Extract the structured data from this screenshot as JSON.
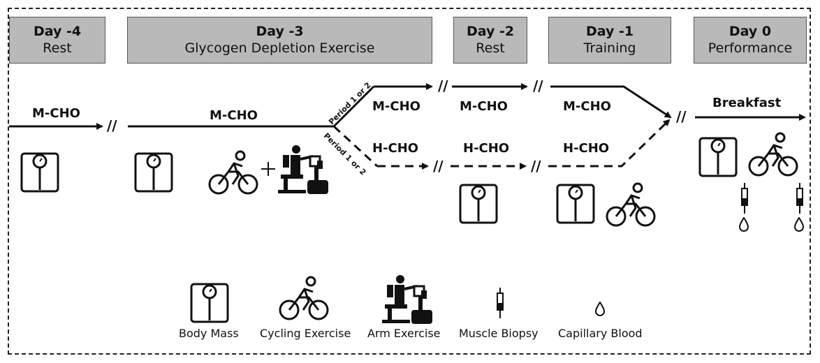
{
  "days": [
    {
      "title": "Day -4",
      "subtitle": "Rest"
    },
    {
      "title": "Day -3",
      "subtitle": "Glycogen Depletion Exercise"
    },
    {
      "title": "Day -2",
      "subtitle": "Rest"
    },
    {
      "title": "Day -1",
      "subtitle": "Training"
    },
    {
      "title": "Day 0",
      "subtitle": "Performance"
    }
  ],
  "timeline": {
    "mcho": "M-CHO",
    "hcho": "H-CHO",
    "period": "Period 1 or 2",
    "breakfast": "Breakfast",
    "break_mark": "//"
  },
  "legend": {
    "body_mass": "Body Mass",
    "cycling": "Cycling Exercise",
    "arm": "Arm Exercise",
    "biopsy": "Muscle Biopsy",
    "blood": "Capillary Blood"
  },
  "icons": [
    "scale-icon",
    "bicycle-icon",
    "arm-ergometer-icon",
    "syringe-icon",
    "drop-icon"
  ]
}
